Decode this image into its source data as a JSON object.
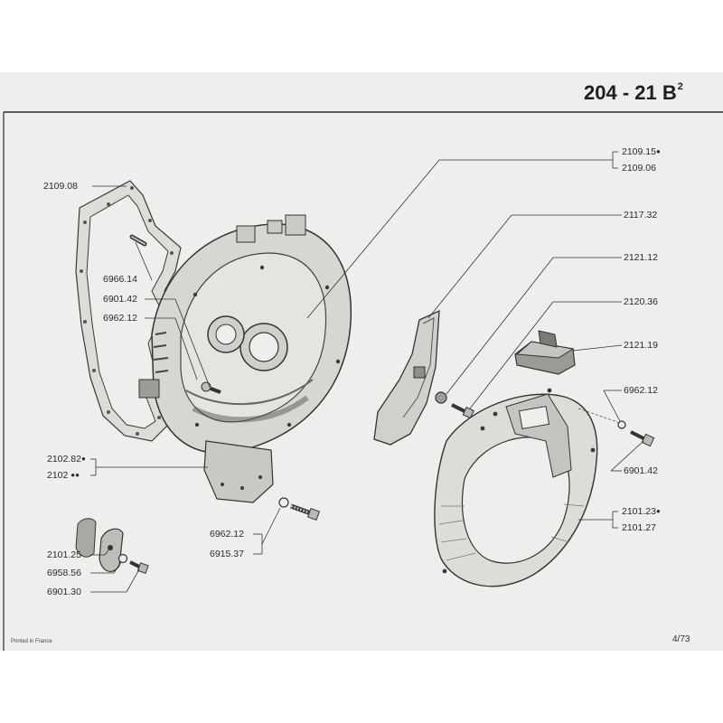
{
  "page": {
    "title": "204 - 21 B",
    "title_superscript": "2",
    "footer_left": "Printed in France",
    "footer_right": "4/73"
  },
  "labels": {
    "p2109_08": "2109.08",
    "p6966_14": "6966.14",
    "p6901_42_left": "6901.42",
    "p6962_12_left": "6962.12",
    "p2102_82": "2102.82",
    "p2102_82_mark": "●",
    "p2102": "2102",
    "p2102_mark": "●●",
    "p6962_12_mid": "6962.12",
    "p6915_37": "6915.37",
    "p2101_25": "2101.25",
    "p6958_56": "6958.56",
    "p6901_30": "6901.30",
    "p2109_15": "2109.15",
    "p2109_15_mark": "●",
    "p2109_06": "2109.06",
    "p2117_32": "2117.32",
    "p2121_12": "2121.12",
    "p2120_36": "2120.36",
    "p2121_19": "2121.19",
    "p6962_12_right": "6962.12",
    "p6901_42_right": "6901.42",
    "p2101_23": "2101.23",
    "p2101_23_mark": "●",
    "p2101_27": "2101.27"
  },
  "colors": {
    "paper": "#eeeeec",
    "ink": "#2a2a2a",
    "part_fill": "#d9d9d6",
    "part_dark": "#6a6a68"
  }
}
